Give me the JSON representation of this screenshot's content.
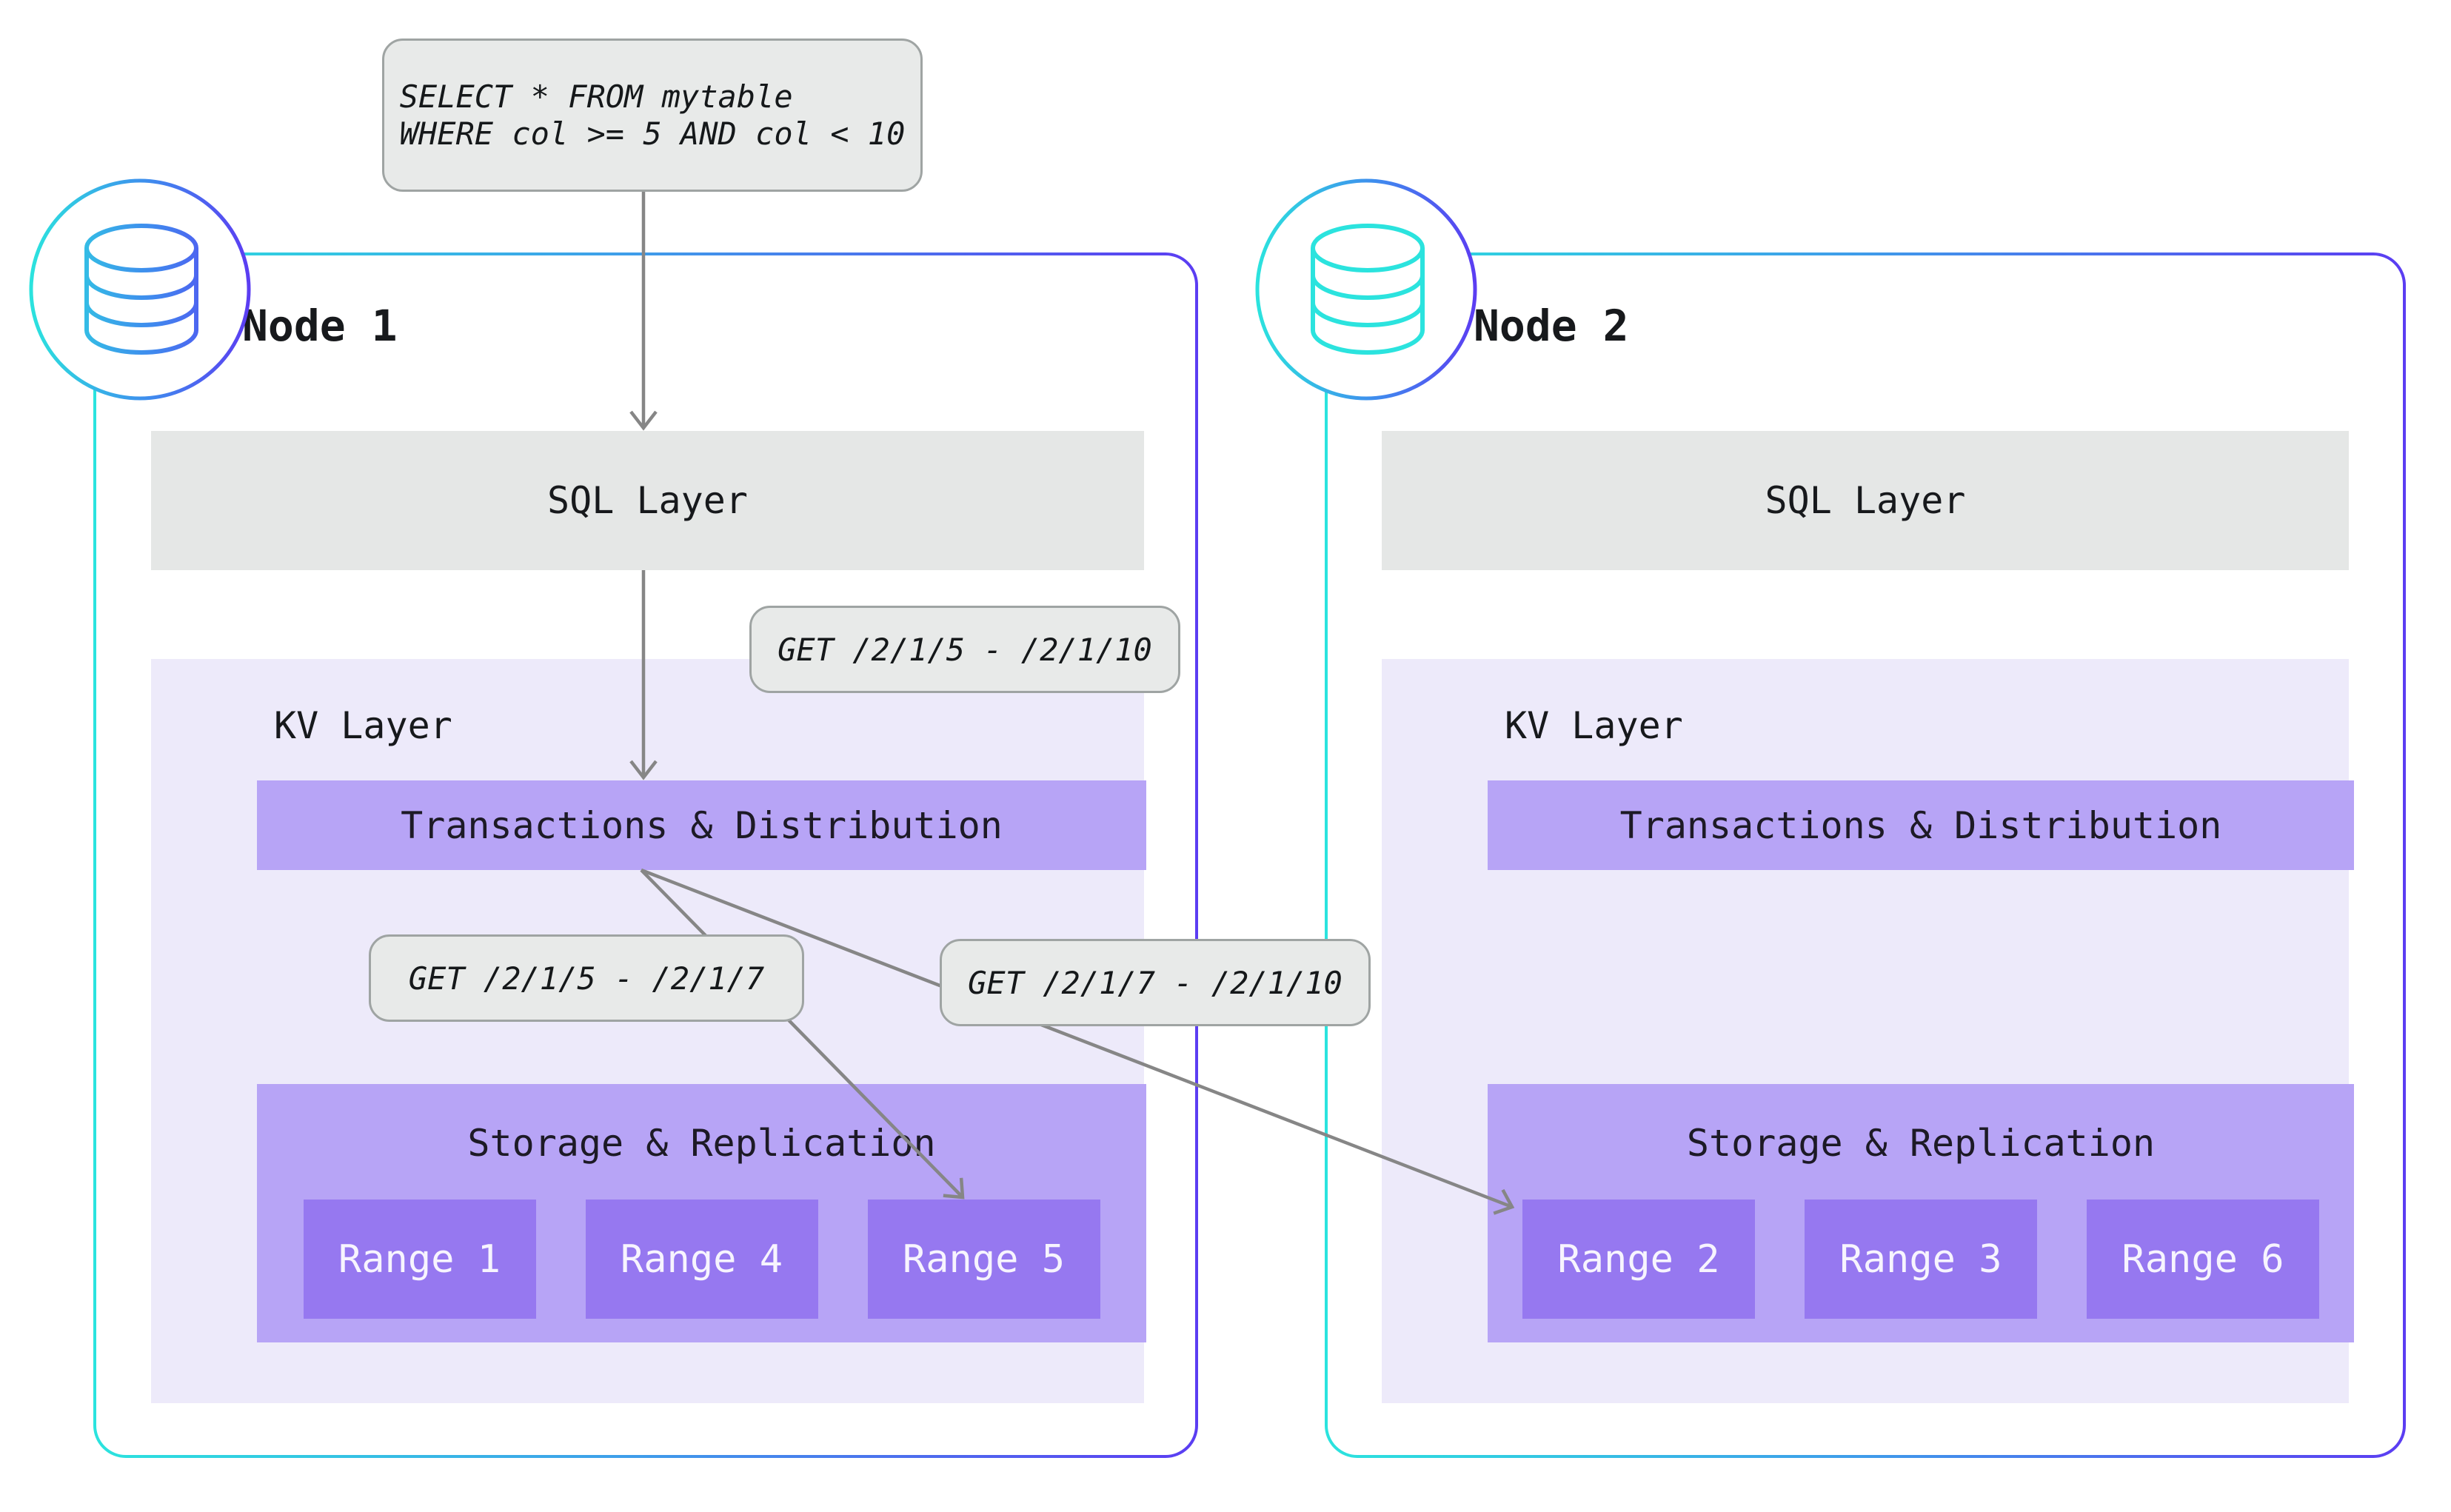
{
  "query_bubble": {
    "line1": "SELECT * FROM mytable",
    "line2": "WHERE col >= 5 AND col < 10"
  },
  "request_bubbles": {
    "sql_to_kv": "GET /2/1/5 - /2/1/10",
    "local_range": "GET /2/1/5 - /2/1/7",
    "remote_range": "GET /2/1/7 - /2/1/10"
  },
  "nodes": [
    {
      "title": "Node 1",
      "sql_layer_label": "SQL Layer",
      "kv_layer_label": "KV Layer",
      "transactions_label": "Transactions & Distribution",
      "storage_label": "Storage & Replication",
      "ranges": [
        "Range 1",
        "Range 4",
        "Range 5"
      ]
    },
    {
      "title": "Node 2",
      "sql_layer_label": "SQL Layer",
      "kv_layer_label": "KV Layer",
      "transactions_label": "Transactions & Distribution",
      "storage_label": "Storage & Replication",
      "ranges": [
        "Range 2",
        "Range 3",
        "Range 6"
      ]
    }
  ],
  "icons": {
    "node_icon": "database-icon"
  },
  "colors": {
    "node_border_gradient_start": "#2be3de",
    "node_border_gradient_mid": "#3f9bea",
    "node_border_gradient_end": "#5b3df2",
    "sql_layer_bg": "#e5e7e6",
    "kv_layer_bg": "#edeafa",
    "sublayer_bg": "#b7a4f6",
    "range_bg": "#9678f0",
    "bubble_bg": "#e8eae9",
    "bubble_border": "#9fa4a3",
    "arrow": "#868686",
    "text_dark": "#17191c",
    "range_text": "#f7f4fe"
  }
}
